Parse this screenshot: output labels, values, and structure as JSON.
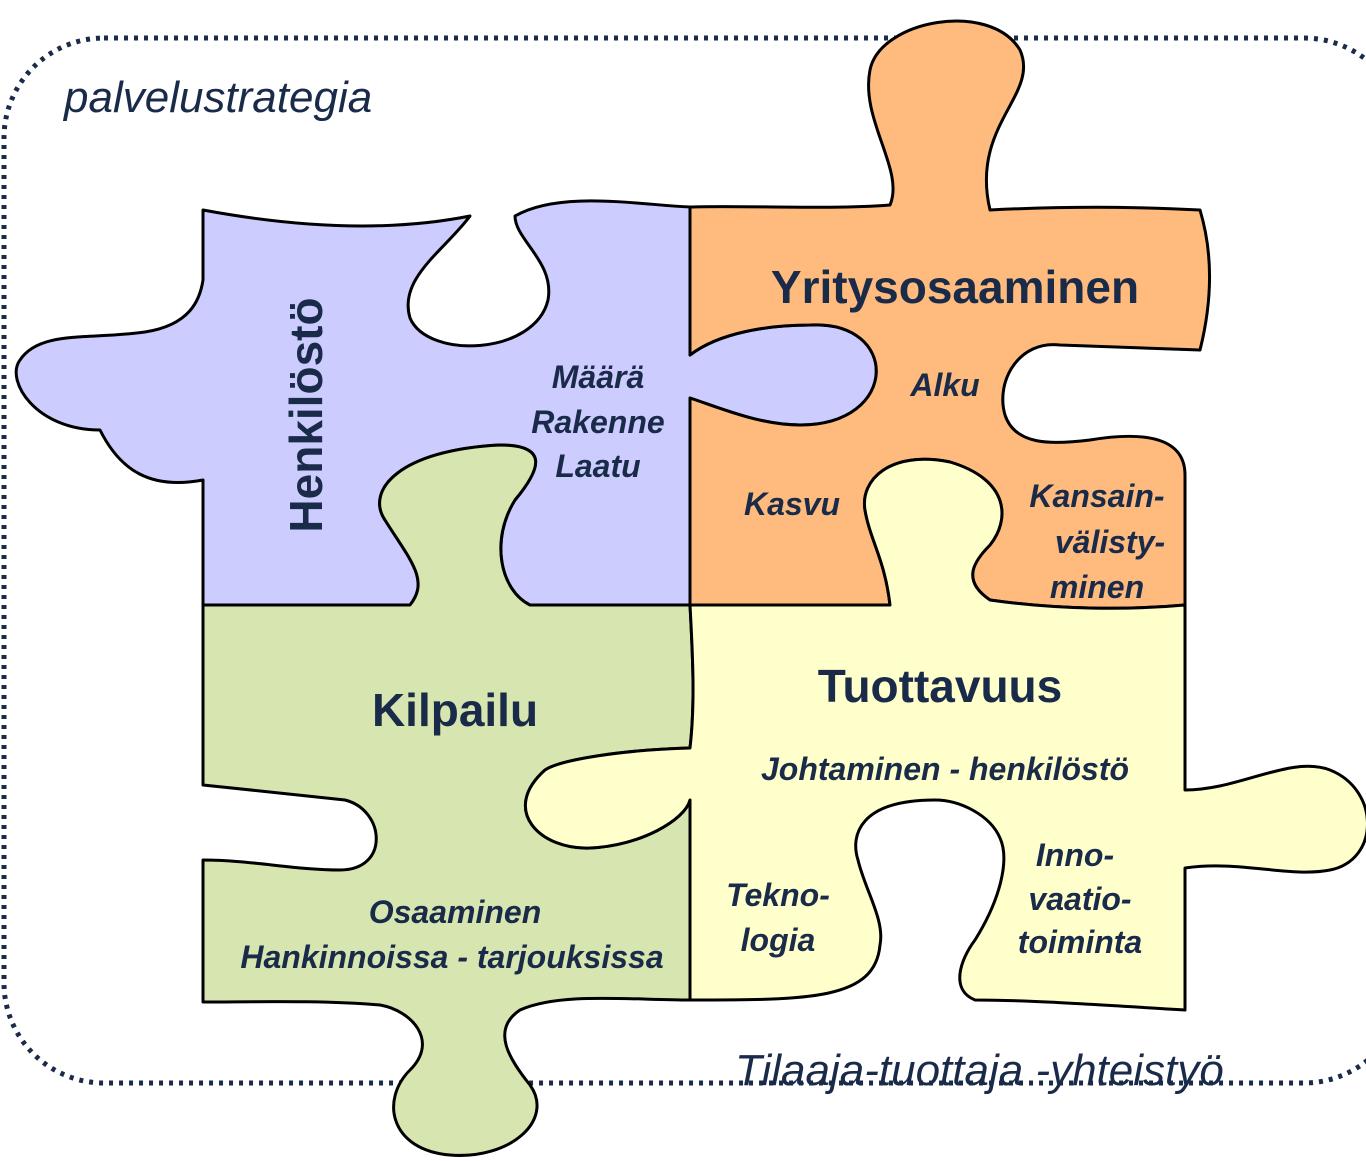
{
  "frame": {
    "top_label": "palvelustrategia",
    "bottom_label": "Tilaaja-tuottaja -yhteistyö"
  },
  "pieces": {
    "henkilosto": {
      "title": "Henkilöstö",
      "color": "#ccccff",
      "items": [
        "Määrä",
        "Rakenne",
        "Laatu"
      ]
    },
    "yritysosaaminen": {
      "title": "Yritysosaaminen",
      "color": "#ffbb7e",
      "items": [
        "Alku",
        "Kasvu"
      ],
      "item_kansainvalistyminen": [
        "Kansain-",
        "välisty-",
        "minen"
      ]
    },
    "kilpailu": {
      "title": "Kilpailu",
      "color": "#d7e6b1",
      "items": [
        "Osaaminen",
        "Hankinnoissa - tarjouksissa"
      ]
    },
    "tuottavuus": {
      "title": "Tuottavuus",
      "color": "#ffffcc",
      "items": [
        "Johtaminen - henkilöstö"
      ],
      "item_teknologia": [
        "Tekno-",
        "logia"
      ],
      "item_innovaatio": [
        "Inno-",
        "vaatio-",
        "toiminta"
      ]
    }
  },
  "colors": {
    "text": "#1a2b4a",
    "frame": "#1a2b4a"
  }
}
